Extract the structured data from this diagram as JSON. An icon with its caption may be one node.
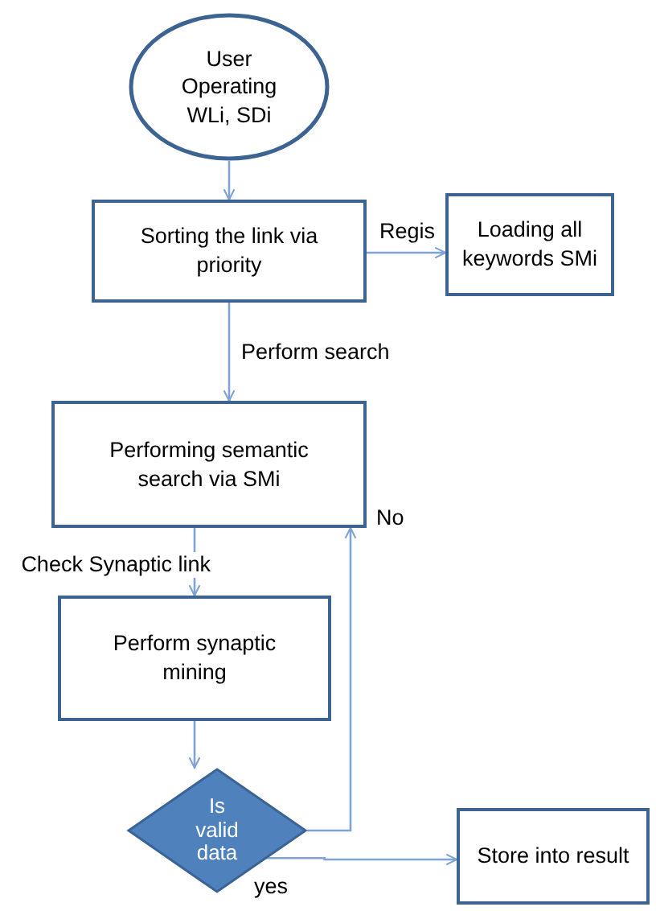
{
  "diagram": {
    "nodes": [
      {
        "text": [
          "User Operating WLi, SDi"
        ]
      },
      {
        "text": [
          "Sorting the link via priority"
        ]
      },
      {
        "text": [
          "Loading all keywords SMi"
        ]
      },
      {
        "text": [
          "Performing semantic search via SMi"
        ]
      },
      {
        "text": [
          "Perform synaptic mining"
        ]
      },
      {
        "text": [
          "Is valid data"
        ]
      },
      {
        "text": [
          "Store into result"
        ]
      }
    ],
    "edges": [
      {
        "from": 0,
        "to": 1,
        "arrow": "to"
      },
      {
        "from": 1,
        "to": 2,
        "arrow": "to",
        "label": "Regis"
      },
      {
        "from": 1,
        "to": 3,
        "arrow": "to",
        "label": "Perform search"
      },
      {
        "from": 3,
        "to": 4,
        "arrow": "to",
        "label": "Check Synaptic link"
      },
      {
        "from": 4,
        "to": 5,
        "arrow": "to"
      },
      {
        "from": 5,
        "to": 3,
        "arrow": "to",
        "label": "No"
      },
      {
        "from": 5,
        "to": 6,
        "arrow": "to",
        "label": "yes"
      }
    ]
  }
}
